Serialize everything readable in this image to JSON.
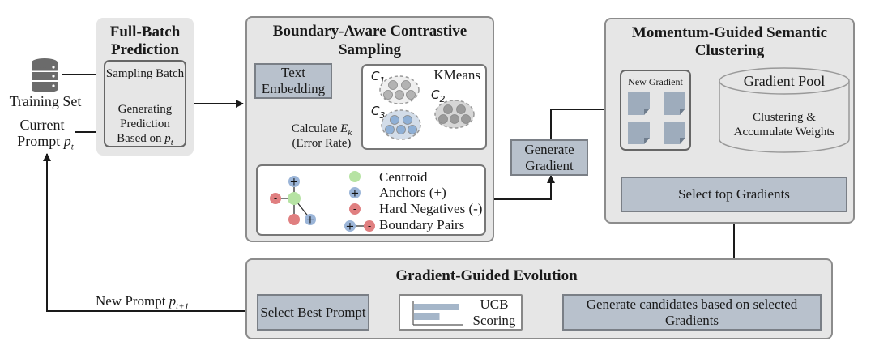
{
  "inputs": {
    "training_set": "Training Set",
    "current_prompt_line1": "Current",
    "current_prompt_line2": "Prompt",
    "current_prompt_var": "p",
    "current_prompt_sub": "t"
  },
  "full_batch": {
    "title_line1": "Full-Batch",
    "title_line2": "Prediction",
    "step1": "Sampling Batch",
    "step2_line1": "Generating",
    "step2_line2": "Prediction",
    "step2_line3": "Based on",
    "step2_var": "p",
    "step2_sub": "t"
  },
  "boundary": {
    "title_line1": "Boundary-Aware Contrastive",
    "title_line2": "Sampling",
    "text_embedding_line1": "Text",
    "text_embedding_line2": "Embedding",
    "kmeans_label": "KMeans",
    "clusters": [
      {
        "label": "C",
        "sub": "1",
        "fill": "#efefef",
        "dot": "#b3b3b3"
      },
      {
        "label": "C",
        "sub": "2",
        "fill": "#d6d6d6",
        "dot": "#9a9a9a"
      },
      {
        "label": "C",
        "sub": "3",
        "fill": "#d3dde9",
        "dot": "#8fb0d6"
      }
    ],
    "calc_line1": "Calculate",
    "calc_var": "E",
    "calc_sub": "k",
    "calc_line2": "(Error Rate)",
    "legend": [
      {
        "key": "centroid",
        "label": "Centroid"
      },
      {
        "key": "anchor",
        "label": "Anchors (+)"
      },
      {
        "key": "negative",
        "label": "Hard Negatives (-)"
      },
      {
        "key": "pair",
        "label": "Boundary Pairs"
      }
    ]
  },
  "generate_gradient": {
    "line1": "Generate",
    "line2": "Gradient"
  },
  "momentum": {
    "title_line1": "Momentum-Guided Semantic",
    "title_line2": "Clustering",
    "new_gradient": "New Gradient",
    "gradient_pool": "Gradient Pool",
    "pool_line1": "Clustering &",
    "pool_line2": "Accumulate Weights",
    "select_top": "Select top Gradients"
  },
  "evolution": {
    "title": "Gradient-Guided Evolution",
    "generate_candidates": "Generate candidates based on selected Gradients",
    "ucb_line1": "UCB",
    "ucb_line2": "Scoring",
    "select_best": "Select Best Prompt",
    "ucb_bars": [
      0.8,
      0.45
    ]
  },
  "output": {
    "new_prompt": "New Prompt",
    "new_prompt_var": "p",
    "new_prompt_sub": "t+1"
  },
  "colors": {
    "panel_bg": "#e6e6e6",
    "blue_box": "#b8c1cc",
    "centroid": "#b6e3a3",
    "anchor": "#9bb5d8",
    "negative": "#e07f80",
    "arrow": "#1a1a1a"
  }
}
